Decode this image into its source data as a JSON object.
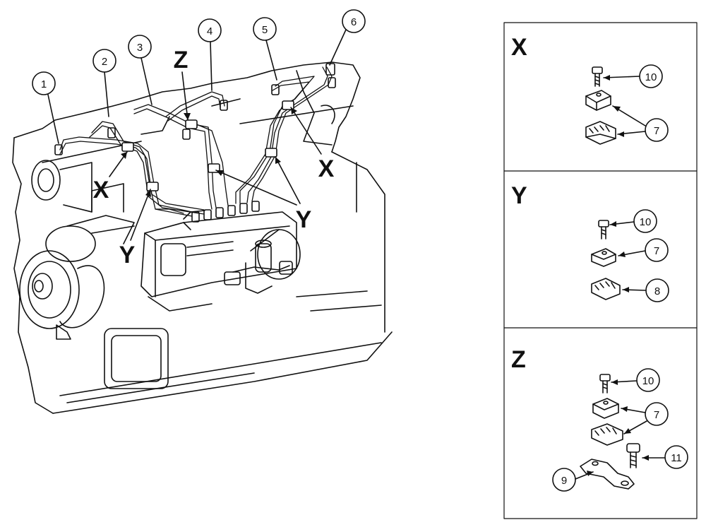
{
  "callouts": {
    "c1": "1",
    "c2": "2",
    "c3": "3",
    "c4": "4",
    "c5": "5",
    "c6": "6",
    "x_c10": "10",
    "x_c7": "7",
    "y_c10": "10",
    "y_c7": "7",
    "y_c8": "8",
    "z_c10": "10",
    "z_c7": "7",
    "z_c11": "11",
    "z_c9": "9"
  },
  "labels": {
    "main_z": "Z",
    "main_x_left": "X",
    "main_x_right": "X",
    "main_y_left": "Y",
    "main_y_right": "Y"
  },
  "panels": {
    "x_title": "X",
    "y_title": "Y",
    "z_title": "Z"
  }
}
